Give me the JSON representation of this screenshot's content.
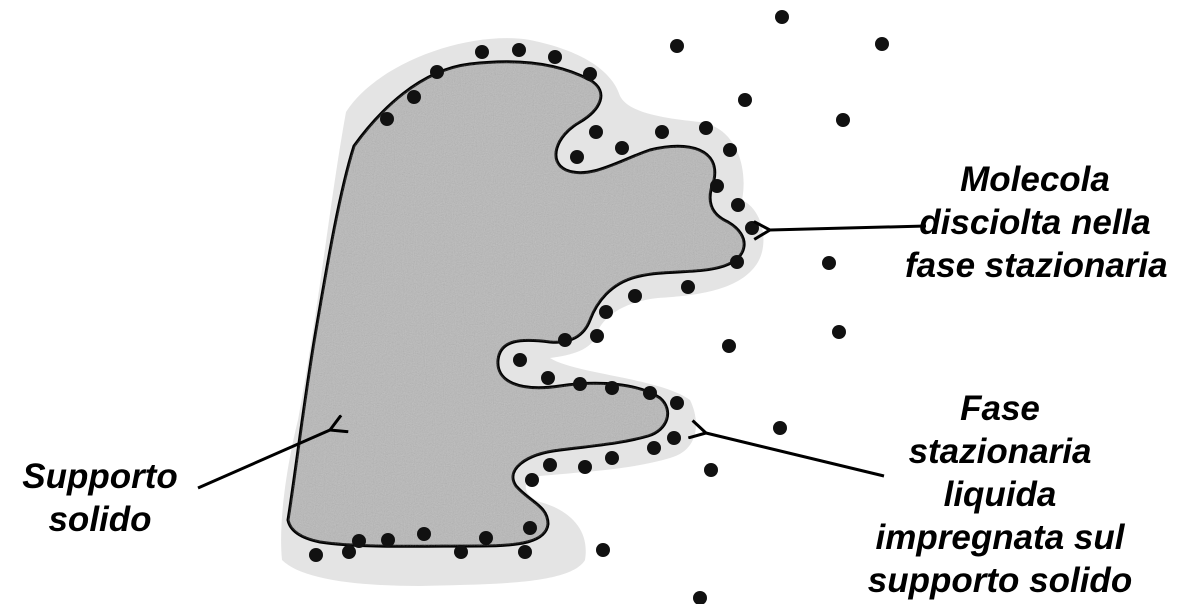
{
  "labels": {
    "molecule": [
      "Molecola",
      "disciolta nella",
      "fase stazionaria"
    ],
    "liquid_phase": [
      "Fase",
      "stazionaria",
      "liquida",
      "impregnata sul",
      "supporto solido"
    ],
    "solid_support": [
      "Supporto",
      "solido"
    ]
  },
  "colors": {
    "ink": "#000000",
    "support_fill": "#b9b9b9",
    "liquid_film": "#e6e6e6",
    "molecule": "#111111"
  }
}
